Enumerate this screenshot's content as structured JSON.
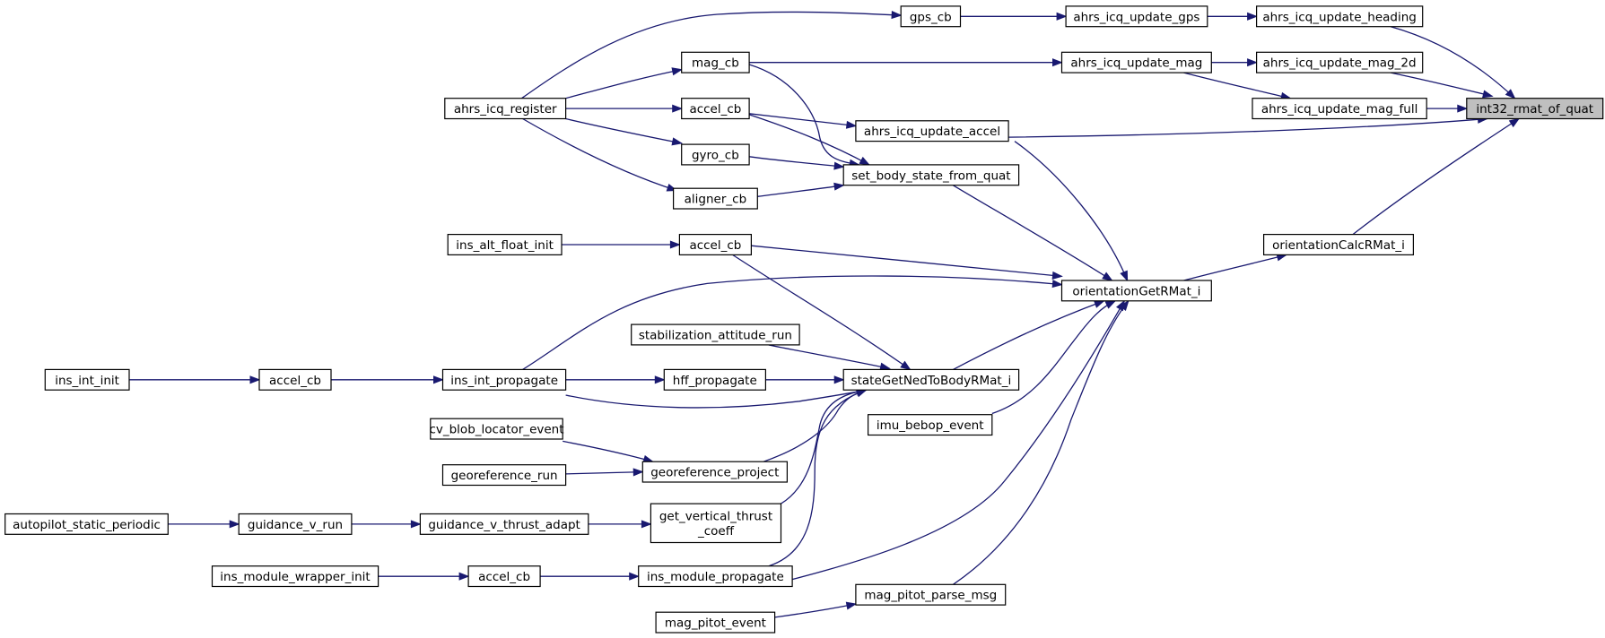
{
  "colors": {
    "edge": "#191970",
    "root_fill": "#bfbfbf",
    "node_fill": "#ffffff",
    "border": "#000000"
  },
  "root": "n_root",
  "nodes": [
    {
      "id": "n_root",
      "label": "int32_rmat_of_quat"
    },
    {
      "id": "n_heading",
      "label": "ahrs_icq_update_heading"
    },
    {
      "id": "n_mag2d",
      "label": "ahrs_icq_update_mag_2d"
    },
    {
      "id": "n_magfull",
      "label": "ahrs_icq_update_mag_full"
    },
    {
      "id": "n_upaccel",
      "label": "ahrs_icq_update_accel"
    },
    {
      "id": "n_ocr",
      "label": "orientationCalcRMat_i"
    },
    {
      "id": "n_upgps",
      "label": "ahrs_icq_update_gps"
    },
    {
      "id": "n_upmag",
      "label": "ahrs_icq_update_mag"
    },
    {
      "id": "n_gpscb",
      "label": "gps_cb"
    },
    {
      "id": "n_magcb",
      "label": "mag_cb"
    },
    {
      "id": "n_accelcb1",
      "label": "accel_cb"
    },
    {
      "id": "n_reg",
      "label": "ahrs_icq_register"
    },
    {
      "id": "n_gyrocb",
      "label": "gyro_cb"
    },
    {
      "id": "n_aligncb",
      "label": "aligner_cb"
    },
    {
      "id": "n_setbody",
      "label": "set_body_state_from_quat"
    },
    {
      "id": "n_ogr",
      "label": "orientationGetRMat_i"
    },
    {
      "id": "n_accelcb2",
      "label": "accel_cb"
    },
    {
      "id": "n_altinit",
      "label": "ins_alt_float_init"
    },
    {
      "id": "n_sned",
      "label": "stateGetNedToBodyRMat_i"
    },
    {
      "id": "n_stab",
      "label": "stabilization_attitude_run"
    },
    {
      "id": "n_hff",
      "label": "hff_propagate"
    },
    {
      "id": "n_insprop",
      "label": "ins_int_propagate"
    },
    {
      "id": "n_accelcb3",
      "label": "accel_cb"
    },
    {
      "id": "n_insinit",
      "label": "ins_int_init"
    },
    {
      "id": "n_imubebop",
      "label": "imu_bebop_event"
    },
    {
      "id": "n_cvblob",
      "label": "cv_blob_locator_event"
    },
    {
      "id": "n_geoproj",
      "label": "georeference_project"
    },
    {
      "id": "n_georun",
      "label": "georeference_run"
    },
    {
      "id": "n_gvtc",
      "label": "get_vertical_thrust\n_coeff"
    },
    {
      "id": "n_gvta",
      "label": "guidance_v_thrust_adapt"
    },
    {
      "id": "n_gvrun",
      "label": "guidance_v_run"
    },
    {
      "id": "n_autop",
      "label": "autopilot_static_periodic"
    },
    {
      "id": "n_modprop",
      "label": "ins_module_propagate"
    },
    {
      "id": "n_accelcb4",
      "label": "accel_cb"
    },
    {
      "id": "n_modinit",
      "label": "ins_module_wrapper_init"
    },
    {
      "id": "n_pitotparse",
      "label": "mag_pitot_parse_msg"
    },
    {
      "id": "n_pitotevent",
      "label": "mag_pitot_event"
    }
  ],
  "edges": [
    [
      "n_heading",
      "n_root"
    ],
    [
      "n_mag2d",
      "n_root"
    ],
    [
      "n_magfull",
      "n_root"
    ],
    [
      "n_upaccel",
      "n_root"
    ],
    [
      "n_ocr",
      "n_root"
    ],
    [
      "n_upgps",
      "n_heading"
    ],
    [
      "n_upmag",
      "n_mag2d"
    ],
    [
      "n_upmag",
      "n_magfull"
    ],
    [
      "n_gpscb",
      "n_upgps"
    ],
    [
      "n_magcb",
      "n_upmag"
    ],
    [
      "n_accelcb1",
      "n_upaccel"
    ],
    [
      "n_reg",
      "n_gpscb"
    ],
    [
      "n_reg",
      "n_magcb"
    ],
    [
      "n_reg",
      "n_accelcb1"
    ],
    [
      "n_reg",
      "n_gyrocb"
    ],
    [
      "n_reg",
      "n_aligncb"
    ],
    [
      "n_magcb",
      "n_setbody"
    ],
    [
      "n_accelcb1",
      "n_setbody"
    ],
    [
      "n_gyrocb",
      "n_setbody"
    ],
    [
      "n_aligncb",
      "n_setbody"
    ],
    [
      "n_ogr",
      "n_ocr"
    ],
    [
      "n_upaccel",
      "n_ogr"
    ],
    [
      "n_setbody",
      "n_ogr"
    ],
    [
      "n_accelcb2",
      "n_ogr"
    ],
    [
      "n_insprop",
      "n_ogr"
    ],
    [
      "n_sned",
      "n_ogr"
    ],
    [
      "n_imubebop",
      "n_ogr"
    ],
    [
      "n_modprop",
      "n_ogr"
    ],
    [
      "n_pitotparse",
      "n_ogr"
    ],
    [
      "n_altinit",
      "n_accelcb2"
    ],
    [
      "n_accelcb2",
      "n_sned"
    ],
    [
      "n_stab",
      "n_sned"
    ],
    [
      "n_hff",
      "n_sned"
    ],
    [
      "n_insprop",
      "n_sned"
    ],
    [
      "n_geoproj",
      "n_sned"
    ],
    [
      "n_gvtc",
      "n_sned"
    ],
    [
      "n_modprop",
      "n_sned"
    ],
    [
      "n_insprop",
      "n_hff"
    ],
    [
      "n_accelcb3",
      "n_insprop"
    ],
    [
      "n_insinit",
      "n_accelcb3"
    ],
    [
      "n_cvblob",
      "n_geoproj"
    ],
    [
      "n_georun",
      "n_geoproj"
    ],
    [
      "n_gvta",
      "n_gvtc"
    ],
    [
      "n_gvrun",
      "n_gvta"
    ],
    [
      "n_autop",
      "n_gvrun"
    ],
    [
      "n_accelcb4",
      "n_modprop"
    ],
    [
      "n_modinit",
      "n_accelcb4"
    ],
    [
      "n_pitotevent",
      "n_pitotparse"
    ]
  ]
}
